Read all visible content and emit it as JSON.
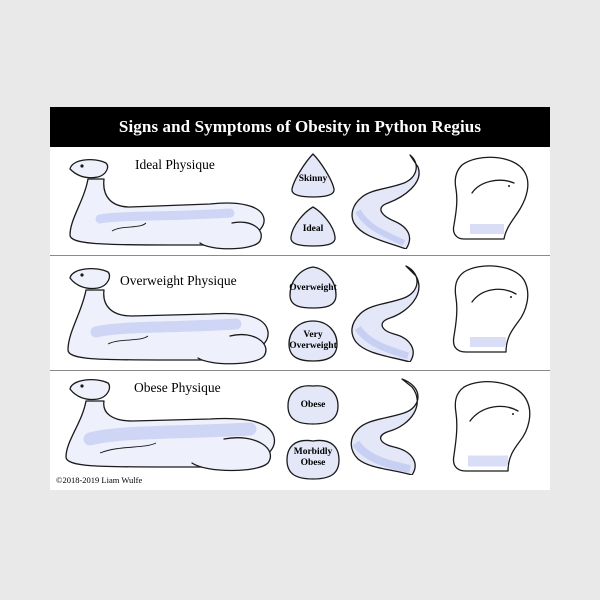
{
  "title": "Signs and Symptoms of Obesity in Python Regius",
  "rows": [
    {
      "label": "Ideal Physique",
      "scales": [
        "Skinny",
        "Ideal"
      ]
    },
    {
      "label": "Overweight Physique",
      "scales": [
        "Overweight",
        "Very Overweight"
      ]
    },
    {
      "label": "Obese Physique",
      "scales": [
        "Obese",
        "Morbidly Obese"
      ]
    }
  ],
  "copyright": "©2018-2019 Liam Wulfe",
  "colors": {
    "banner": "#000000",
    "snake_fill": "#eef0fb",
    "snake_shade": "#cfd6f5",
    "outline": "#1a1a1a"
  }
}
